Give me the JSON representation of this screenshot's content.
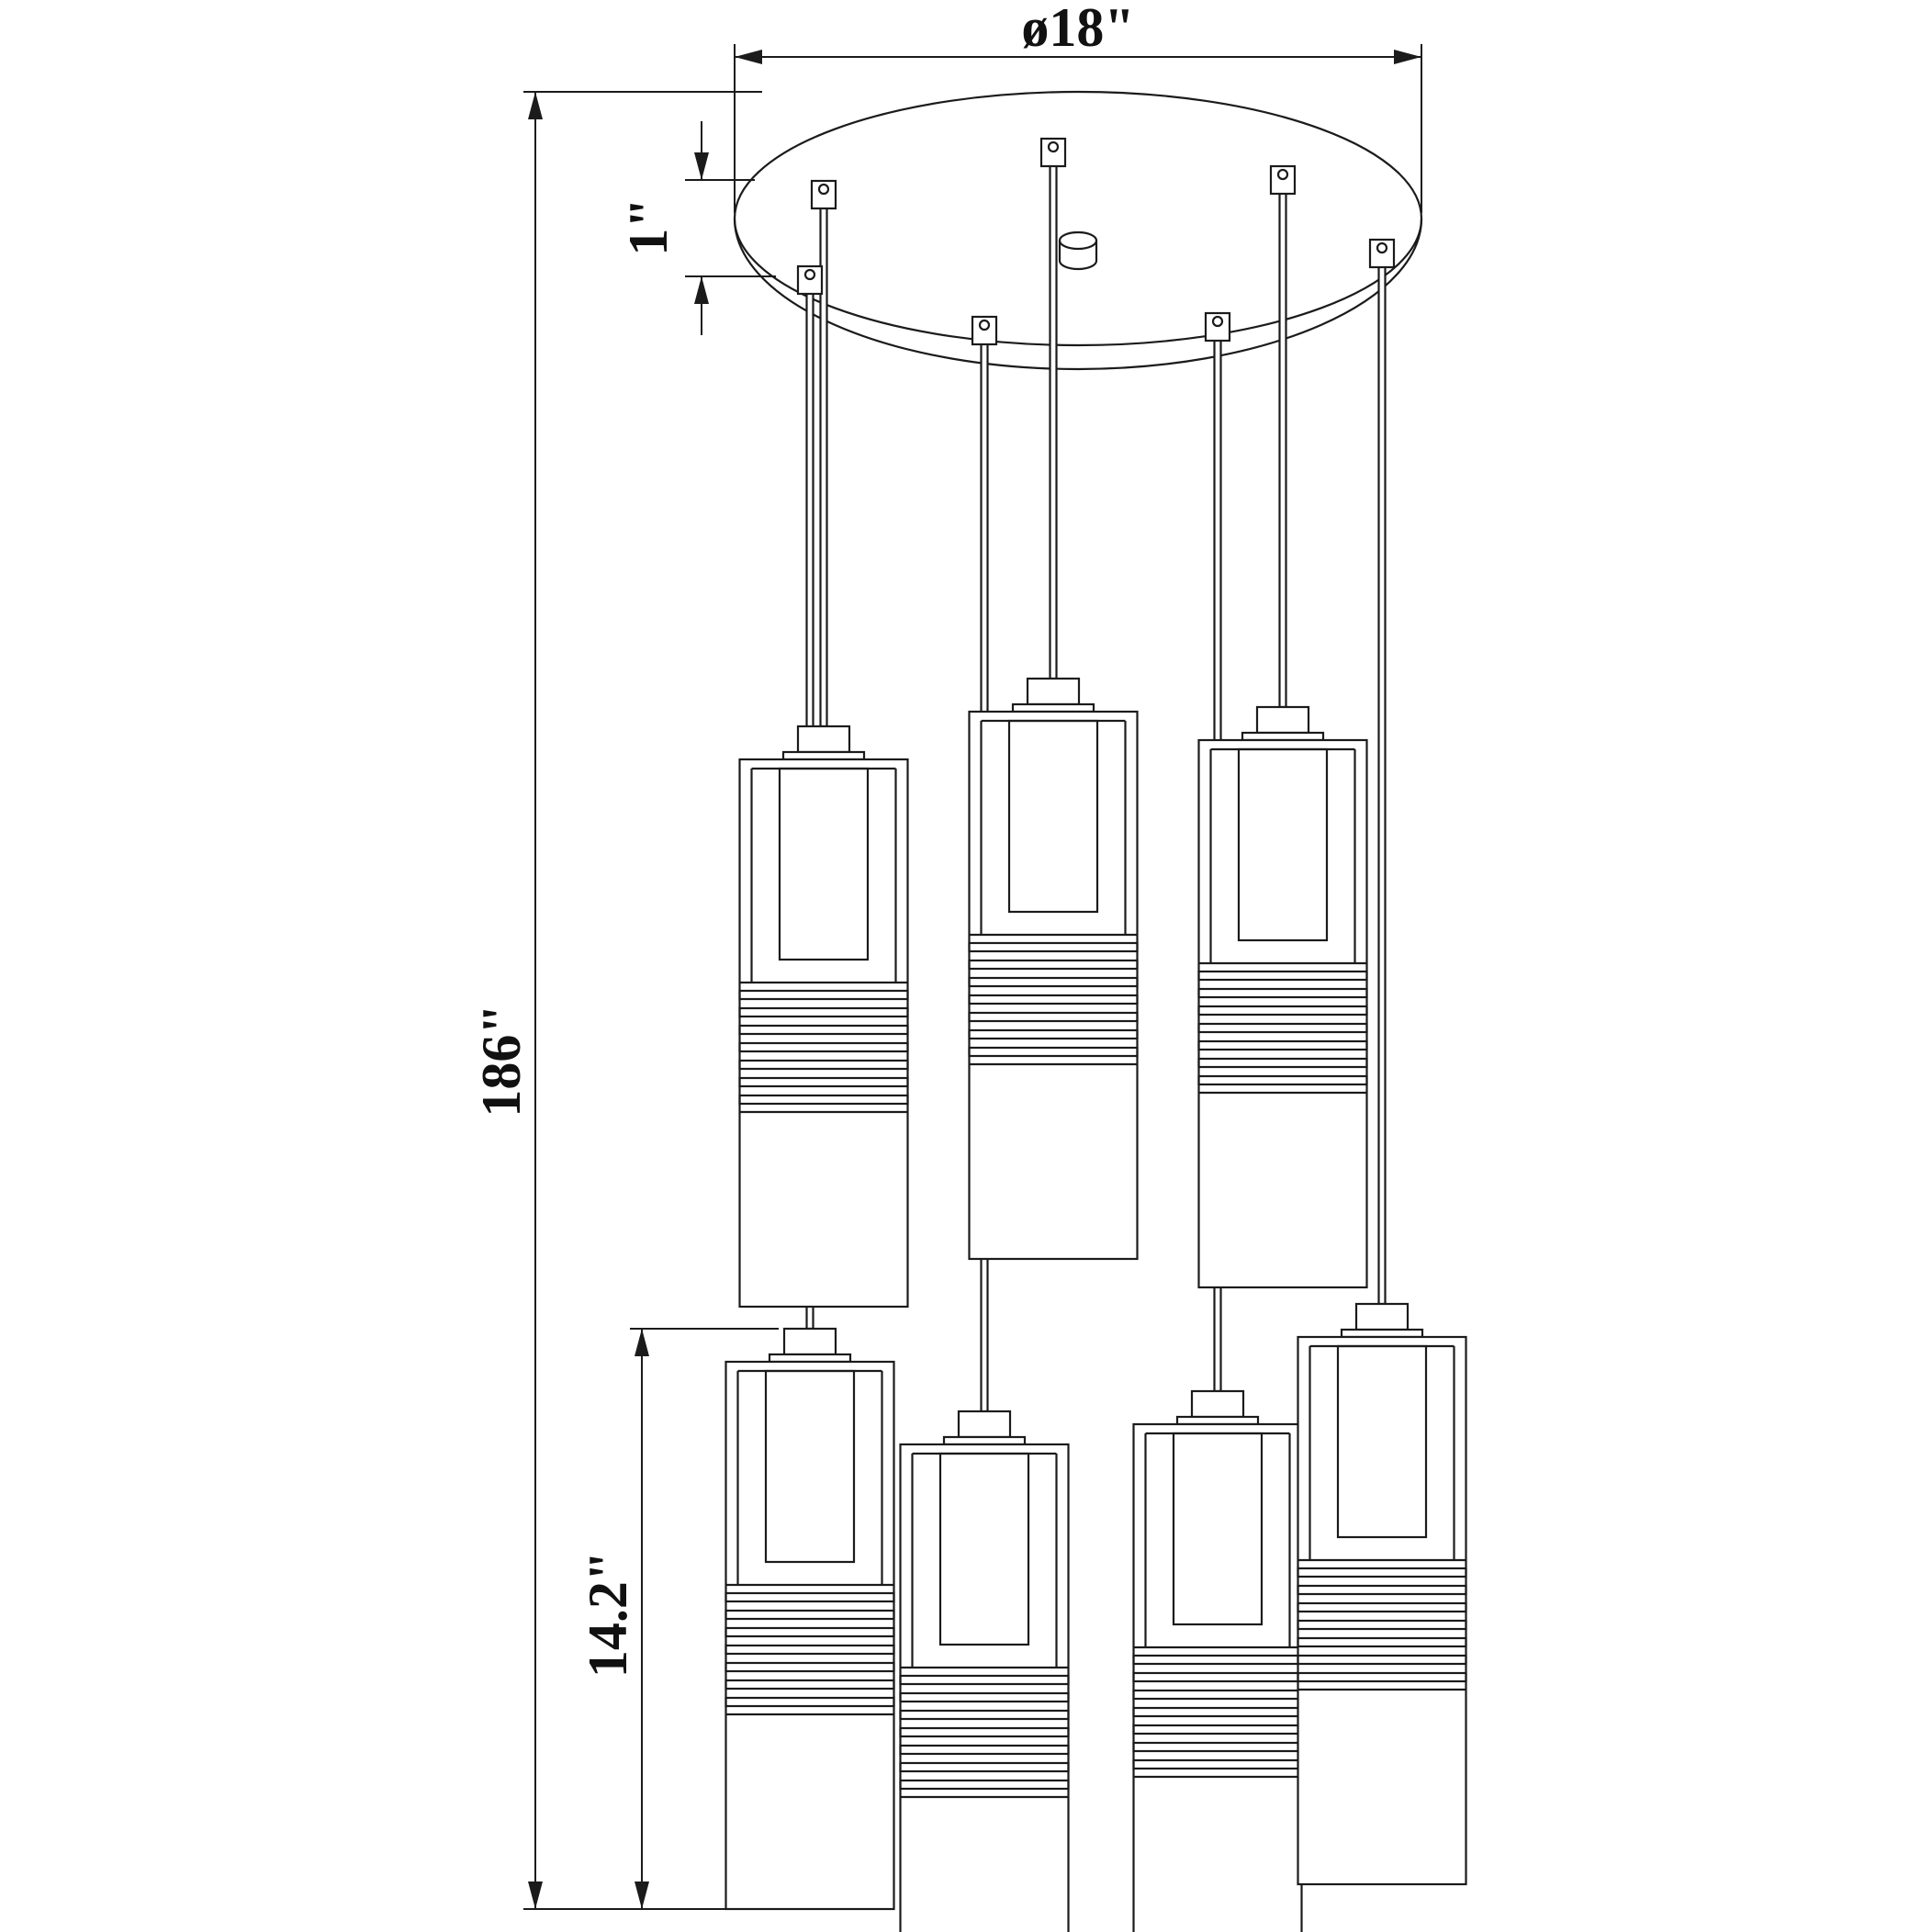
{
  "figure": {
    "type": "technical-dimension-drawing",
    "subject": "multi-pendant ceiling light with round canopy",
    "pendant_count": 7
  },
  "dimensions": {
    "canopy_diameter": "ø18\"",
    "canopy_thickness": "1\"",
    "overall_height": "186\"",
    "shade_height": "14.2\""
  }
}
